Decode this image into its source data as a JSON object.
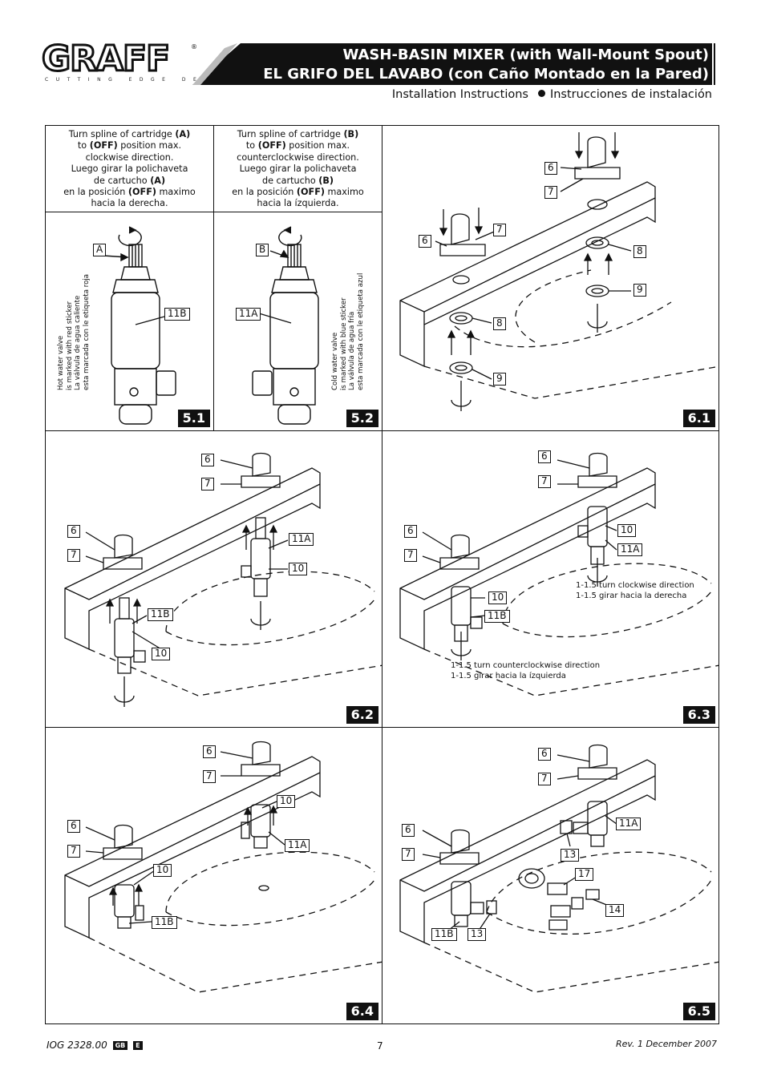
{
  "brand": {
    "name": "GRAFF",
    "registered": "®",
    "tagline": "CUTTING EDGE DESIGN"
  },
  "header": {
    "title_en": "WASH-BASIN MIXER (with Wall-Mount Spout)",
    "title_es": "EL GRIFO DEL LAVABO (con Caño Montado en la Pared)",
    "subtitle_en": "Installation Instructions",
    "subtitle_es": "Instrucciones de instalación"
  },
  "steps": {
    "s51": {
      "badge": "5.1",
      "instr": [
        "Turn spline of cartridge ",
        "(A)",
        " to ",
        "(OFF)",
        " position max.",
        "clockwise direction.",
        "Luego girar la polichaveta",
        "de cartucho ",
        "(A)",
        "en la posición ",
        "(OFF)",
        " maximo",
        "hacia la derecha."
      ],
      "cartridge_label": "A",
      "valve_label": "11B",
      "sticker_note": [
        "Hot water valve",
        "is marked with red sticker",
        "La válvula de agua caliente",
        "esta marcada con le etiqueta roja"
      ]
    },
    "s52": {
      "badge": "5.2",
      "instr": [
        "Turn spline of cartridge ",
        "(B)",
        " to ",
        "(OFF)",
        " position max.",
        "counterclockwise direction.",
        "Luego girar la polichaveta",
        "de cartucho ",
        "(B)",
        "en la posición ",
        "(OFF)",
        " maximo",
        "hacia la ízquierda."
      ],
      "cartridge_label": "B",
      "valve_label": "11A",
      "sticker_note": [
        "Cold water valve",
        "is marked with blue sticker",
        "La válvula de agua fría",
        "esta marcada con le etiqueta azul"
      ]
    },
    "s61": {
      "badge": "6.1",
      "labels": [
        "6",
        "7",
        "6",
        "7",
        "8",
        "9",
        "8",
        "9"
      ]
    },
    "s62": {
      "badge": "6.2",
      "labels": [
        "6",
        "7",
        "6",
        "7",
        "11A",
        "10",
        "11B",
        "10"
      ]
    },
    "s63": {
      "badge": "6.3",
      "labels": [
        "6",
        "7",
        "6",
        "7",
        "10",
        "11A",
        "10",
        "11B"
      ],
      "note_right": [
        "1-1.5 turn clockwise direction",
        "1-1.5 girar hacia la derecha"
      ],
      "note_left": [
        "1-1.5 turn counterclockwise direction",
        "1-1.5 girar hacia la ízquierda"
      ]
    },
    "s64": {
      "badge": "6.4",
      "labels": [
        "6",
        "7",
        "10",
        "6",
        "7",
        "11A",
        "10",
        "11B"
      ]
    },
    "s65": {
      "badge": "6.5",
      "labels": [
        "6",
        "7",
        "11A",
        "6",
        "7",
        "13",
        "17",
        "14",
        "11B",
        "13"
      ]
    }
  },
  "footer": {
    "doc_code": "IOG 2328.00",
    "lang_flags": [
      "GB",
      "E"
    ],
    "page_number": "7",
    "revision": "Rev. 1 December 2007"
  }
}
